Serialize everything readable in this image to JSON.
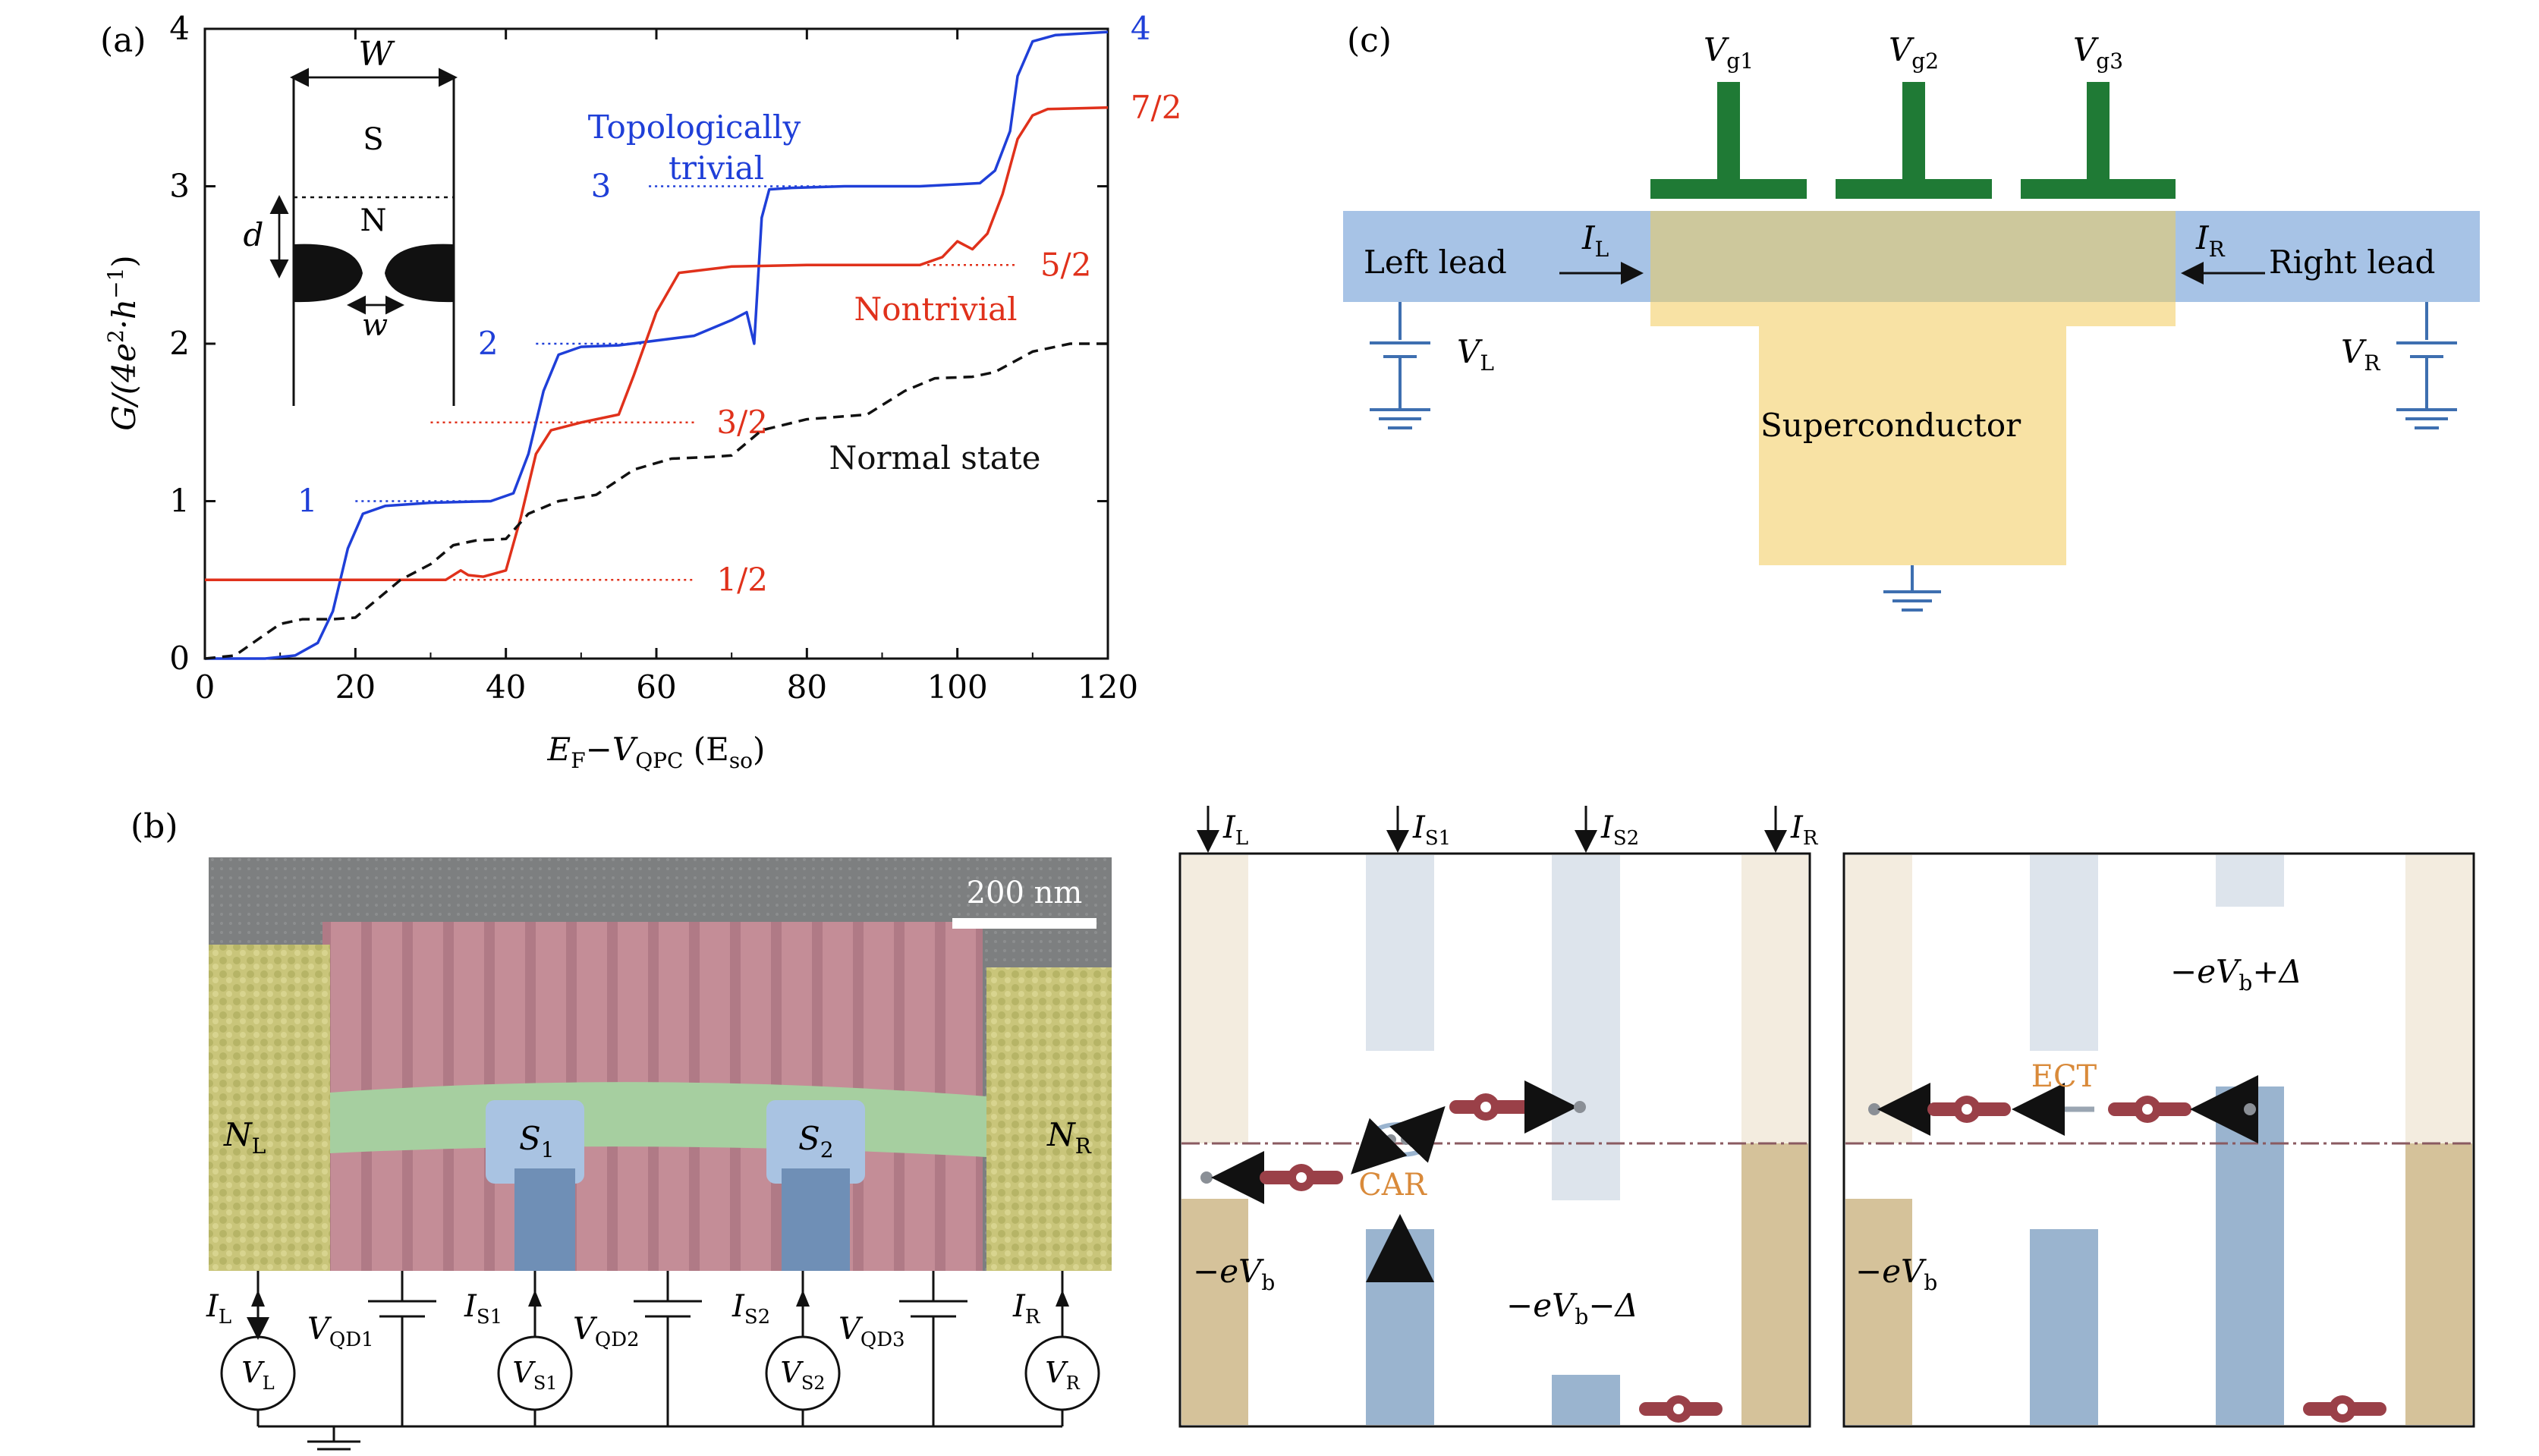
{
  "colors": {
    "blue": "#1f3fd8",
    "red": "#e0311b",
    "black": "#111111",
    "lead": "#a7c3e6",
    "scBody": "#f8e2a4",
    "scOverlap": "#cdc89c",
    "gate": "#1f7a35",
    "ground": "#3e6fb0",
    "leadCtrl": "#8c6fa0"
  },
  "a": {
    "panel_label": "(a)",
    "inset": {
      "W": "W",
      "S": "S",
      "N": "N",
      "d": "d",
      "w": "w"
    },
    "plateau_labels_blue": [
      "1",
      "2",
      "3",
      "4"
    ],
    "plateau_labels_red": [
      "1/2",
      "3/2",
      "5/2",
      "7/2"
    ],
    "annot": {
      "topo1": "Topologically",
      "topo2": "trivial",
      "nontrivial": "Nontrivial",
      "normal": "Normal state"
    },
    "ylabel_pre": "G/(4e",
    "ylabel_mid": "·h",
    "ylabel_post": ")",
    "xlabel_E": "E",
    "xlabel_Esub": "F",
    "xlabel_V": "−V",
    "xlabel_Vsub": "QPC",
    "xlabel_paren": " (E",
    "xlabel_paren_sub": "so",
    "xlabel_close": ")"
  },
  "chart_data": {
    "type": "line",
    "xlabel": "E_F − V_QPC (E_so)",
    "ylabel": "G/(4e²·h⁻¹)",
    "xlim": [
      0,
      120
    ],
    "ylim": [
      0,
      4
    ],
    "xticks": [
      0,
      20,
      40,
      60,
      80,
      100,
      120
    ],
    "yticks": [
      0,
      1,
      2,
      3,
      4
    ],
    "grid": false,
    "series": [
      {
        "name": "Topologically trivial",
        "style": "solid",
        "color": "#1f3fd8",
        "x": [
          0,
          8,
          12,
          15,
          17,
          19,
          21,
          24,
          30,
          38,
          41,
          43,
          45,
          47,
          50,
          55,
          65,
          70,
          72,
          73,
          74,
          75,
          78,
          85,
          95,
          103,
          105,
          107,
          108,
          110,
          113,
          120
        ],
        "y": [
          0,
          0,
          0.02,
          0.1,
          0.3,
          0.7,
          0.92,
          0.97,
          0.99,
          1.0,
          1.05,
          1.3,
          1.7,
          1.93,
          1.98,
          1.99,
          2.05,
          2.15,
          2.2,
          2.0,
          2.8,
          2.98,
          2.99,
          3.0,
          3.0,
          3.02,
          3.1,
          3.35,
          3.7,
          3.92,
          3.96,
          3.98
        ]
      },
      {
        "name": "Nontrivial",
        "style": "solid",
        "color": "#e0311b",
        "x": [
          0,
          25,
          32,
          34,
          35,
          37,
          40,
          42,
          44,
          46,
          50,
          55,
          57,
          60,
          63,
          70,
          80,
          95,
          98,
          100,
          102,
          104,
          106,
          108,
          110,
          112,
          120
        ],
        "y": [
          0.5,
          0.5,
          0.5,
          0.56,
          0.53,
          0.52,
          0.56,
          0.9,
          1.3,
          1.45,
          1.5,
          1.55,
          1.8,
          2.2,
          2.45,
          2.49,
          2.5,
          2.5,
          2.55,
          2.65,
          2.6,
          2.7,
          2.95,
          3.3,
          3.45,
          3.49,
          3.5
        ]
      },
      {
        "name": "Normal state",
        "style": "dashed",
        "color": "#111111",
        "x": [
          0,
          4,
          7,
          10,
          13,
          17,
          20,
          26,
          30,
          33,
          36,
          40,
          43,
          47,
          52,
          57,
          62,
          67,
          70,
          74,
          80,
          88,
          93,
          97,
          102,
          105,
          110,
          115,
          120
        ],
        "y": [
          0,
          0.02,
          0.12,
          0.22,
          0.25,
          0.25,
          0.26,
          0.5,
          0.6,
          0.72,
          0.75,
          0.76,
          0.92,
          1.0,
          1.04,
          1.2,
          1.27,
          1.28,
          1.29,
          1.45,
          1.52,
          1.55,
          1.7,
          1.78,
          1.79,
          1.82,
          1.95,
          2.0,
          2.0
        ]
      }
    ],
    "reference_lines": [
      {
        "y": 1,
        "label": "1",
        "color": "#1f3fd8"
      },
      {
        "y": 2,
        "label": "2",
        "color": "#1f3fd8"
      },
      {
        "y": 3,
        "label": "3",
        "color": "#1f3fd8"
      },
      {
        "y": 4,
        "label": "4",
        "color": "#1f3fd8"
      },
      {
        "y": 0.5,
        "label": "1/2",
        "color": "#e0311b"
      },
      {
        "y": 1.5,
        "label": "3/2",
        "color": "#e0311b"
      },
      {
        "y": 2.5,
        "label": "5/2",
        "color": "#e0311b"
      },
      {
        "y": 3.5,
        "label": "7/2",
        "color": "#e0311b"
      }
    ]
  },
  "b": {
    "panel_label": "(b)",
    "scale_bar": "200 nm",
    "NL": "N",
    "NLsub": "L",
    "NR": "N",
    "NRsub": "R",
    "S1": "S",
    "S1sub": "1",
    "S2": "S",
    "S2sub": "2",
    "I": "I",
    "V": "V",
    "subs": {
      "L": "L",
      "R": "R",
      "S1": "S1",
      "S2": "S2",
      "QD1": "QD1",
      "QD2": "QD2",
      "QD3": "QD3"
    }
  },
  "c": {
    "panel_label": "(c)",
    "V": "V",
    "gates": [
      "g1",
      "g2",
      "g3"
    ],
    "left_lead": "Left lead",
    "right_lead": "Right lead",
    "IL": "I",
    "ILsub": "L",
    "IR": "I",
    "IRsub": "R",
    "VL": "V",
    "VLsub": "L",
    "VR": "V",
    "VRsub": "R",
    "superconductor": "Superconductor"
  },
  "d": {
    "I": "I",
    "currents": [
      "L",
      "S1",
      "S2",
      "R"
    ],
    "left_ceV": "−eV",
    "left_ceVsub": "b",
    "left_mid": "−eV",
    "left_midsub": "b",
    "left_mid_tail": "−Δ",
    "CAR": "CAR",
    "right_top": "−eV",
    "right_topsub": "b",
    "right_top_tail": "+Δ",
    "right_ceV": "−eV",
    "right_ceVsub": "b",
    "ECT": "ECT"
  }
}
